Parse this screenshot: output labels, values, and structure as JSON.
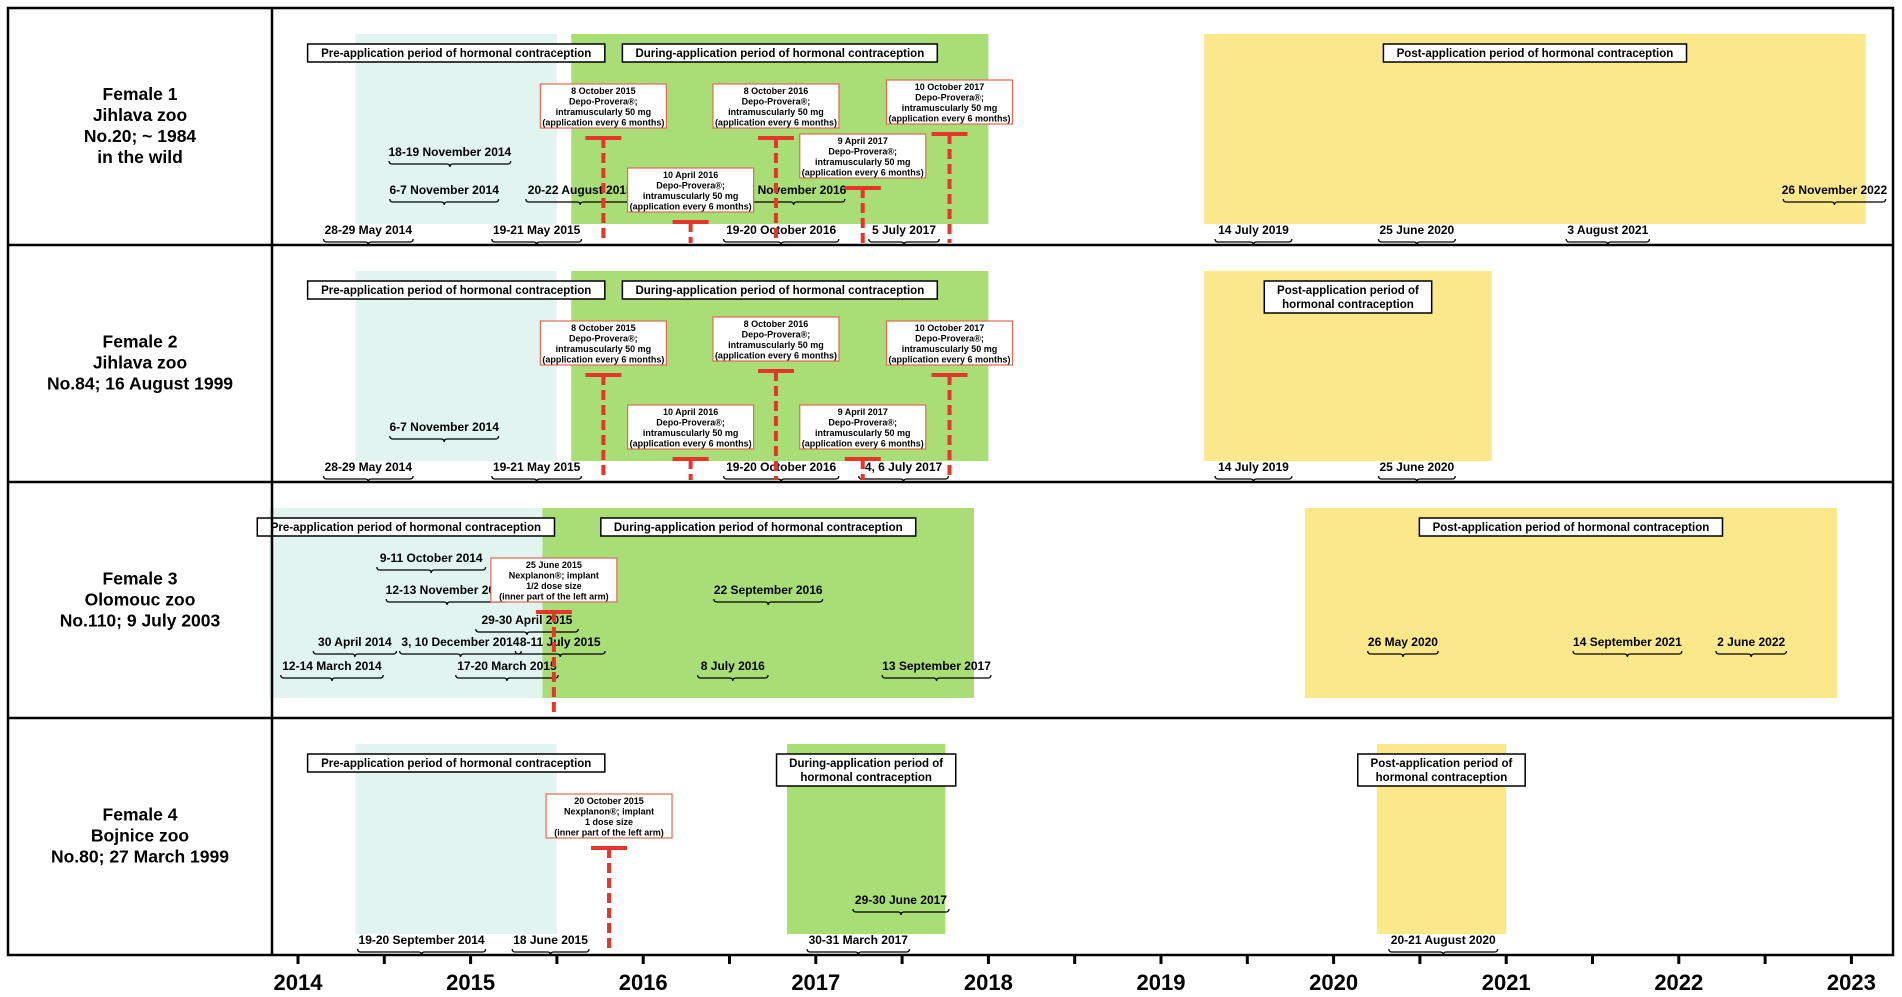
{
  "axis": {
    "year_labels": [
      "2014",
      "2015",
      "2016",
      "2017",
      "2018",
      "2019",
      "2020",
      "2021",
      "2022",
      "2023"
    ]
  },
  "colors": {
    "pre": "#e2f4ef",
    "during": "#a9dd76",
    "post": "#fae88a",
    "injection": "#e8352a",
    "box_border": "#e06a50",
    "line": "#000000"
  },
  "rows": [
    {
      "label": [
        "Female 1",
        "Jihlava zoo",
        "No.20; ~ 1984",
        "in the wild"
      ],
      "periods": [
        {
          "type": "pre",
          "start": "2014-05",
          "end": "2015-07",
          "title": [
            "Pre-application period of hormonal contraception"
          ]
        },
        {
          "type": "during",
          "start": "2015-08",
          "end": "2018-01",
          "title": [
            "During-application period of hormonal contraception"
          ]
        },
        {
          "type": "post",
          "start": "2019-04",
          "end": "2023-02",
          "title": [
            "Post-application period of hormonal contraception"
          ]
        }
      ],
      "events": [
        {
          "date": "2014-11-18",
          "text": "18-19 November 2014",
          "level": 2
        },
        {
          "date": "2014-11-06",
          "text": "6-7 November 2014",
          "level": 3
        },
        {
          "date": "2014-05-28",
          "text": "28-29 May 2014",
          "level": 4
        },
        {
          "date": "2015-05-19",
          "text": "19-21 May 2015",
          "level": 4
        },
        {
          "date": "2015-08-20",
          "text": "20-22 August 2015",
          "level": 3
        },
        {
          "date": "2016-11-15",
          "text": "15 November 2016",
          "level": 3
        },
        {
          "date": "2016-10-19",
          "text": "19-20 October 2016",
          "level": 4
        },
        {
          "date": "2017-07-05",
          "text": "5 July 2017",
          "level": 4
        },
        {
          "date": "2019-07-14",
          "text": "14 July 2019",
          "level": 4
        },
        {
          "date": "2020-06-25",
          "text": "25 June 2020",
          "level": 4
        },
        {
          "date": "2021-08-03",
          "text": "3 August 2021",
          "level": 4
        },
        {
          "date": "2022-11-26",
          "text": "26 November 2022",
          "level": 3
        }
      ],
      "injections": [
        {
          "date": "2015-10-08",
          "box": [
            "8 October 2015",
            "Depo-Provera®;",
            "intramuscularly 50 mg",
            "(application every 6 months)"
          ],
          "level": 1
        },
        {
          "date": "2016-04-10",
          "box": [
            "10 April 2016",
            "Depo-Provera®;",
            "intramuscularly 50 mg",
            "(application every 6 months)"
          ],
          "level": 3
        },
        {
          "date": "2016-10-08",
          "box": [
            "8 October 2016",
            "Depo-Provera®;",
            "intramuscularly 50 mg",
            "(application every 6 months)"
          ],
          "level": 1
        },
        {
          "date": "2017-04-09",
          "box": [
            "9 April 2017",
            "Depo-Provera®;",
            "intramuscularly 50 mg",
            "(application every 6 months)"
          ],
          "level": 2
        },
        {
          "date": "2017-10-10",
          "box": [
            "10 October 2017",
            "Depo-Provera®;",
            "intramuscularly 50 mg",
            "(application every 6 months)"
          ],
          "level": 0
        }
      ]
    },
    {
      "label": [
        "Female 2",
        "Jihlava zoo",
        "No.84; 16 August 1999"
      ],
      "periods": [
        {
          "type": "pre",
          "start": "2014-05",
          "end": "2015-07",
          "title": [
            "Pre-application period of hormonal contraception"
          ]
        },
        {
          "type": "during",
          "start": "2015-08",
          "end": "2018-01",
          "title": [
            "During-application period of hormonal contraception"
          ]
        },
        {
          "type": "post",
          "start": "2019-04",
          "end": "2020-12",
          "title": [
            "Post-application period of",
            "hormonal contraception"
          ]
        }
      ],
      "events": [
        {
          "date": "2014-11-06",
          "text": "6-7 November 2014",
          "level": 3
        },
        {
          "date": "2014-05-28",
          "text": "28-29 May 2014",
          "level": 4
        },
        {
          "date": "2015-05-19",
          "text": "19-21 May 2015",
          "level": 4
        },
        {
          "date": "2016-10-19",
          "text": "19-20 October 2016",
          "level": 4
        },
        {
          "date": "2017-07-04",
          "text": "4, 6 July 2017",
          "level": 4
        },
        {
          "date": "2019-07-14",
          "text": "14 July 2019",
          "level": 4
        },
        {
          "date": "2020-06-25",
          "text": "25 June 2020",
          "level": 4
        }
      ],
      "injections": [
        {
          "date": "2015-10-08",
          "box": [
            "8 October 2015",
            "Depo-Provera®;",
            "intramuscularly 50 mg",
            "(application every 6 months)"
          ],
          "level": 1
        },
        {
          "date": "2016-04-10",
          "box": [
            "10 April 2016",
            "Depo-Provera®;",
            "intramuscularly 50 mg",
            "(application every 6 months)"
          ],
          "level": 3
        },
        {
          "date": "2016-10-08",
          "box": [
            "8 October 2016",
            "Depo-Provera®;",
            "intramuscularly 50 mg",
            "(application every 6 months)"
          ],
          "level": 0
        },
        {
          "date": "2017-04-09",
          "box": [
            "9 April 2017",
            "Depo-Provera®;",
            "intramuscularly 50 mg",
            "(application every 6 months)"
          ],
          "level": 3
        },
        {
          "date": "2017-10-10",
          "box": [
            "10 October 2017",
            "Depo-Provera®;",
            "intramuscularly 50 mg",
            "(application every 6 months)"
          ],
          "level": 1
        }
      ]
    },
    {
      "label": [
        "Female 3",
        "Olomouc zoo",
        "No.110; 9 July 2003"
      ],
      "periods": [
        {
          "type": "pre",
          "start": "2013-11",
          "end": "2015-06",
          "title": [
            "Pre-application period of hormonal contraception"
          ]
        },
        {
          "type": "during",
          "start": "2015-06",
          "end": "2017-12",
          "title": [
            "During-application period of hormonal contraception"
          ]
        },
        {
          "type": "post",
          "start": "2019-11",
          "end": "2022-12",
          "title": [
            "Post-application period of hormonal contraception"
          ]
        }
      ],
      "events": [
        {
          "date": "2014-10-09",
          "text": "9-11 October 2014",
          "level": 1
        },
        {
          "date": "2014-11-12",
          "text": "12-13 November 2014",
          "level": 2
        },
        {
          "date": "2015-04-29",
          "text": "29-30 April 2015",
          "level": 3
        },
        {
          "date": "2014-04-30",
          "text": "30 April 2014",
          "level": 4
        },
        {
          "date": "2014-12-10",
          "text": "3, 10 December 2014",
          "level": 4
        },
        {
          "date": "2015-07-08",
          "text": "8-11 July 2015",
          "level": 4
        },
        {
          "date": "2014-03-12",
          "text": "12-14 March 2014",
          "level": 5
        },
        {
          "date": "2015-03-17",
          "text": "17-20 March 2015",
          "level": 5
        },
        {
          "date": "2016-09-22",
          "text": "22 September 2016",
          "level": 2
        },
        {
          "date": "2016-07-08",
          "text": "8 July 2016",
          "level": 5
        },
        {
          "date": "2017-09-13",
          "text": "13 September 2017",
          "level": 5
        },
        {
          "date": "2020-05-26",
          "text": "26 May 2020",
          "level": 4
        },
        {
          "date": "2021-09-14",
          "text": "14 September 2021",
          "level": 4
        },
        {
          "date": "2022-06-02",
          "text": "2 June 2022",
          "level": 4
        }
      ],
      "injections": [
        {
          "date": "2015-06-25",
          "box": [
            "25 June 2015",
            "Nexplanon®; implant",
            "1/2 dose size",
            "(inner part of the left arm)"
          ],
          "level": 1
        }
      ]
    },
    {
      "label": [
        "Female 4",
        "Bojnice zoo",
        "No.80; 27 March 1999"
      ],
      "periods": [
        {
          "type": "pre",
          "start": "2014-05",
          "end": "2015-07",
          "title": [
            "Pre-application period of hormonal contraception"
          ]
        },
        {
          "type": "during",
          "start": "2016-11",
          "end": "2017-10",
          "title": [
            "During-application period of",
            "hormonal contraception"
          ]
        },
        {
          "type": "post",
          "start": "2020-04",
          "end": "2021-01",
          "title": [
            "Post-application period of",
            "hormonal contraception"
          ]
        }
      ],
      "events": [
        {
          "date": "2014-09-19",
          "text": "19-20 September 2014",
          "level": 4
        },
        {
          "date": "2015-06-18",
          "text": "18 June 2015",
          "level": 4
        },
        {
          "date": "2017-06-29",
          "text": "29-30 June 2017",
          "level": 3
        },
        {
          "date": "2017-03-30",
          "text": "30-31 March 2017",
          "level": 4
        },
        {
          "date": "2020-08-20",
          "text": "20-21 August 2020",
          "level": 4
        }
      ],
      "injections": [
        {
          "date": "2015-10-20",
          "box": [
            "20 October 2015",
            "Nexplanon®; implant",
            "1 dose size",
            "(inner part of the left arm)"
          ],
          "level": 1
        }
      ]
    }
  ]
}
